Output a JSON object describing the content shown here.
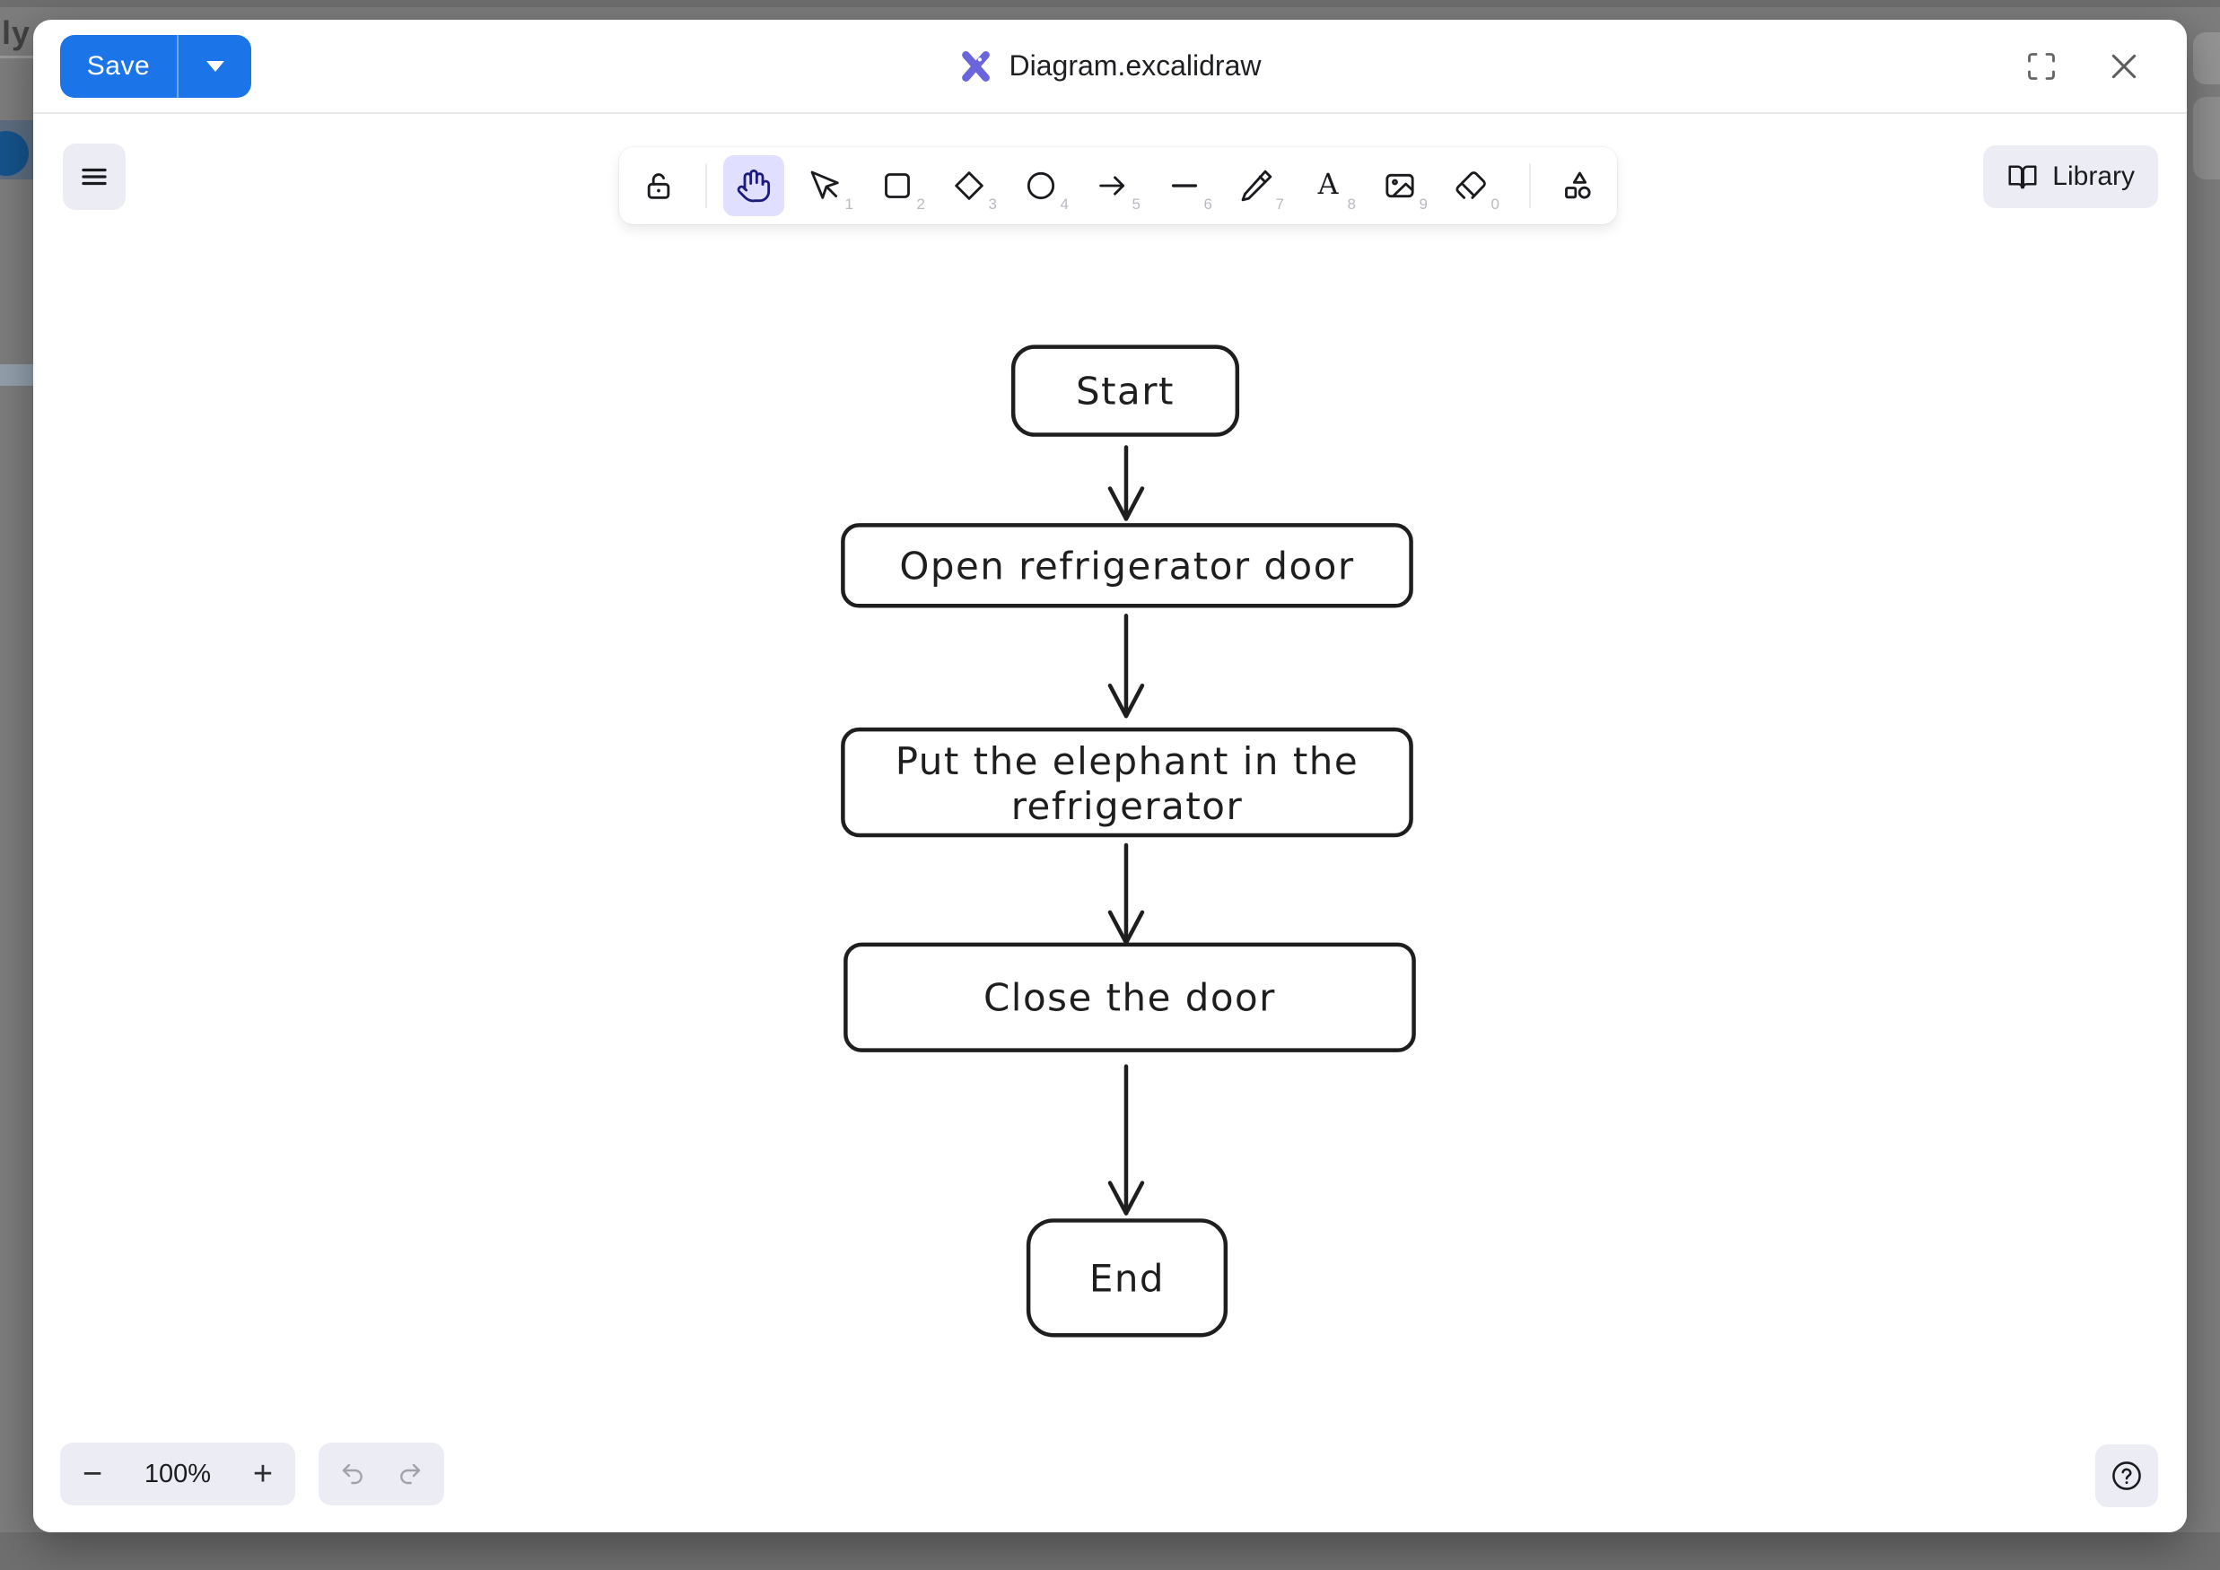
{
  "backdrop": {
    "partial_text": "ly F"
  },
  "header": {
    "save_label": "Save",
    "title": "Diagram.excalidraw"
  },
  "toolbar": {
    "tools": [
      {
        "name": "lock",
        "shortcut": ""
      },
      {
        "name": "hand",
        "shortcut": "",
        "selected": true
      },
      {
        "name": "selection",
        "shortcut": "1"
      },
      {
        "name": "rectangle",
        "shortcut": "2"
      },
      {
        "name": "diamond",
        "shortcut": "3"
      },
      {
        "name": "ellipse",
        "shortcut": "4"
      },
      {
        "name": "arrow",
        "shortcut": "5"
      },
      {
        "name": "line",
        "shortcut": "6"
      },
      {
        "name": "draw",
        "shortcut": "7"
      },
      {
        "name": "text",
        "shortcut": "8"
      },
      {
        "name": "image",
        "shortcut": "9"
      },
      {
        "name": "eraser",
        "shortcut": "0"
      },
      {
        "name": "more-shapes",
        "shortcut": ""
      }
    ],
    "library_label": "Library"
  },
  "flowchart": {
    "nodes": {
      "start": "Start",
      "step1": "Open refrigerator door",
      "step2_line1": "Put the elephant in the",
      "step2_line2": "refrigerator",
      "step3": "Close the door",
      "end": "End"
    }
  },
  "footer": {
    "zoom_out": "−",
    "zoom_level": "100%",
    "zoom_in": "+"
  },
  "colors": {
    "save_blue": "#1b74e8",
    "excalidraw_purple": "#6965db",
    "selected_tool_bg": "#e0dfff",
    "soft_button_bg": "#ececf4",
    "stroke_dark": "#1e1e1e",
    "backdrop_gray": "#7d7d7d"
  }
}
